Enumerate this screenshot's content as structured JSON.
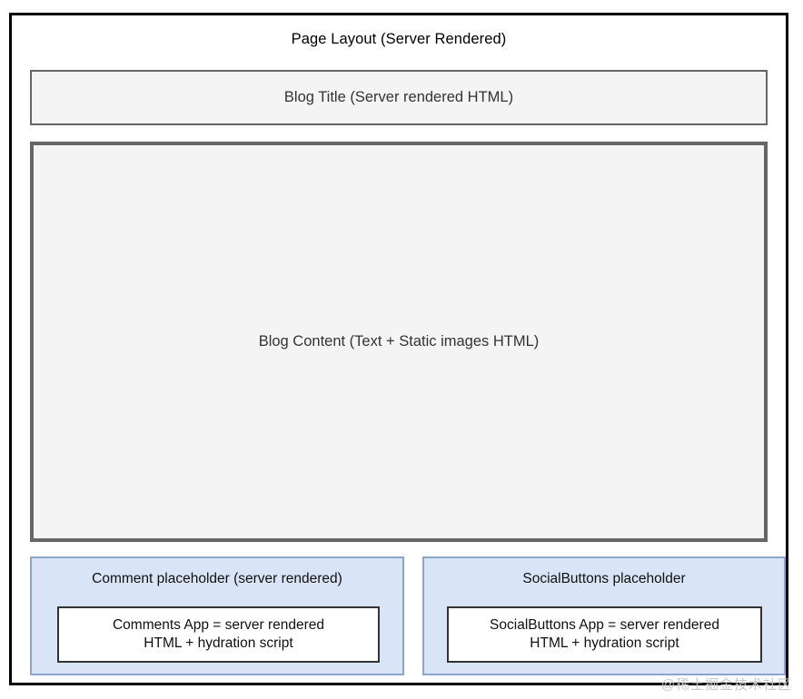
{
  "diagram": {
    "frame_title": "Page Layout (Server Rendered)",
    "blog_title": {
      "label": "Blog Title (Server rendered HTML)"
    },
    "blog_content": {
      "label": "Blog Content (Text + Static images HTML)"
    },
    "placeholders": [
      {
        "heading": "Comment placeholder (server rendered)",
        "app_line1": "Comments App = server rendered",
        "app_line2": "HTML + hydration script"
      },
      {
        "heading": "SocialButtons placeholder",
        "app_line1": "SocialButtons App = server rendered",
        "app_line2": "HTML + hydration script"
      }
    ]
  },
  "watermark": {
    "text": "@稀土掘金技术社区"
  },
  "colors": {
    "frame_border": "#000000",
    "box_border": "#666666",
    "box_fill": "#f4f4f4",
    "placeholder_fill": "#d9e5f7",
    "placeholder_border": "#8da5cc",
    "inner_box_border": "#333333",
    "inner_box_fill": "#ffffff",
    "text_dark": "#333333",
    "text_black": "#111111"
  }
}
